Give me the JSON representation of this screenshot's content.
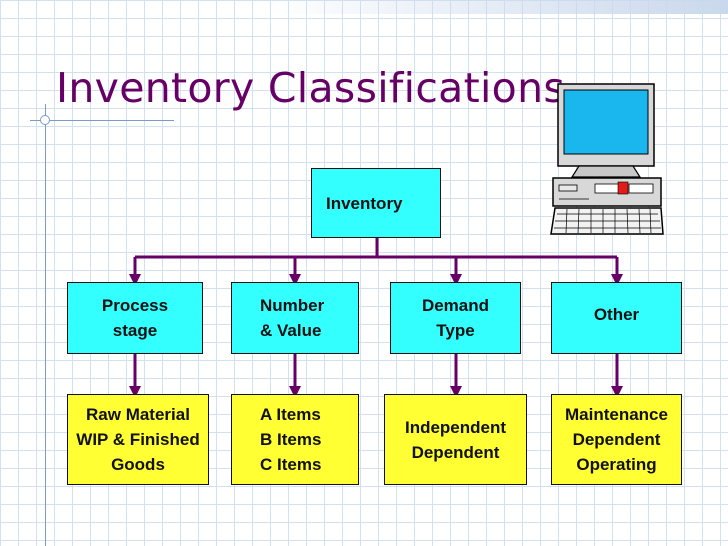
{
  "slide": {
    "title": "Inventory Classifications"
  },
  "diagram": {
    "root": {
      "label": "Inventory"
    },
    "categories": [
      {
        "label": "Process\nstage",
        "detail": "Raw Material\nWIP &  Finished\nGoods"
      },
      {
        "label": "Number\n& Value",
        "detail": "A Items\nB Items\nC Items"
      },
      {
        "label": "Demand\nType",
        "detail": "Independent\nDependent"
      },
      {
        "label": "Other",
        "detail": "Maintenance\nDependent\nOperating"
      }
    ]
  },
  "colors": {
    "title": "#660066",
    "box_primary": "#33ffff",
    "box_detail": "#ffff33",
    "connector": "#660066",
    "grid": "#d3e0f0"
  },
  "icons": {
    "decoration": "desktop-computer-icon"
  }
}
